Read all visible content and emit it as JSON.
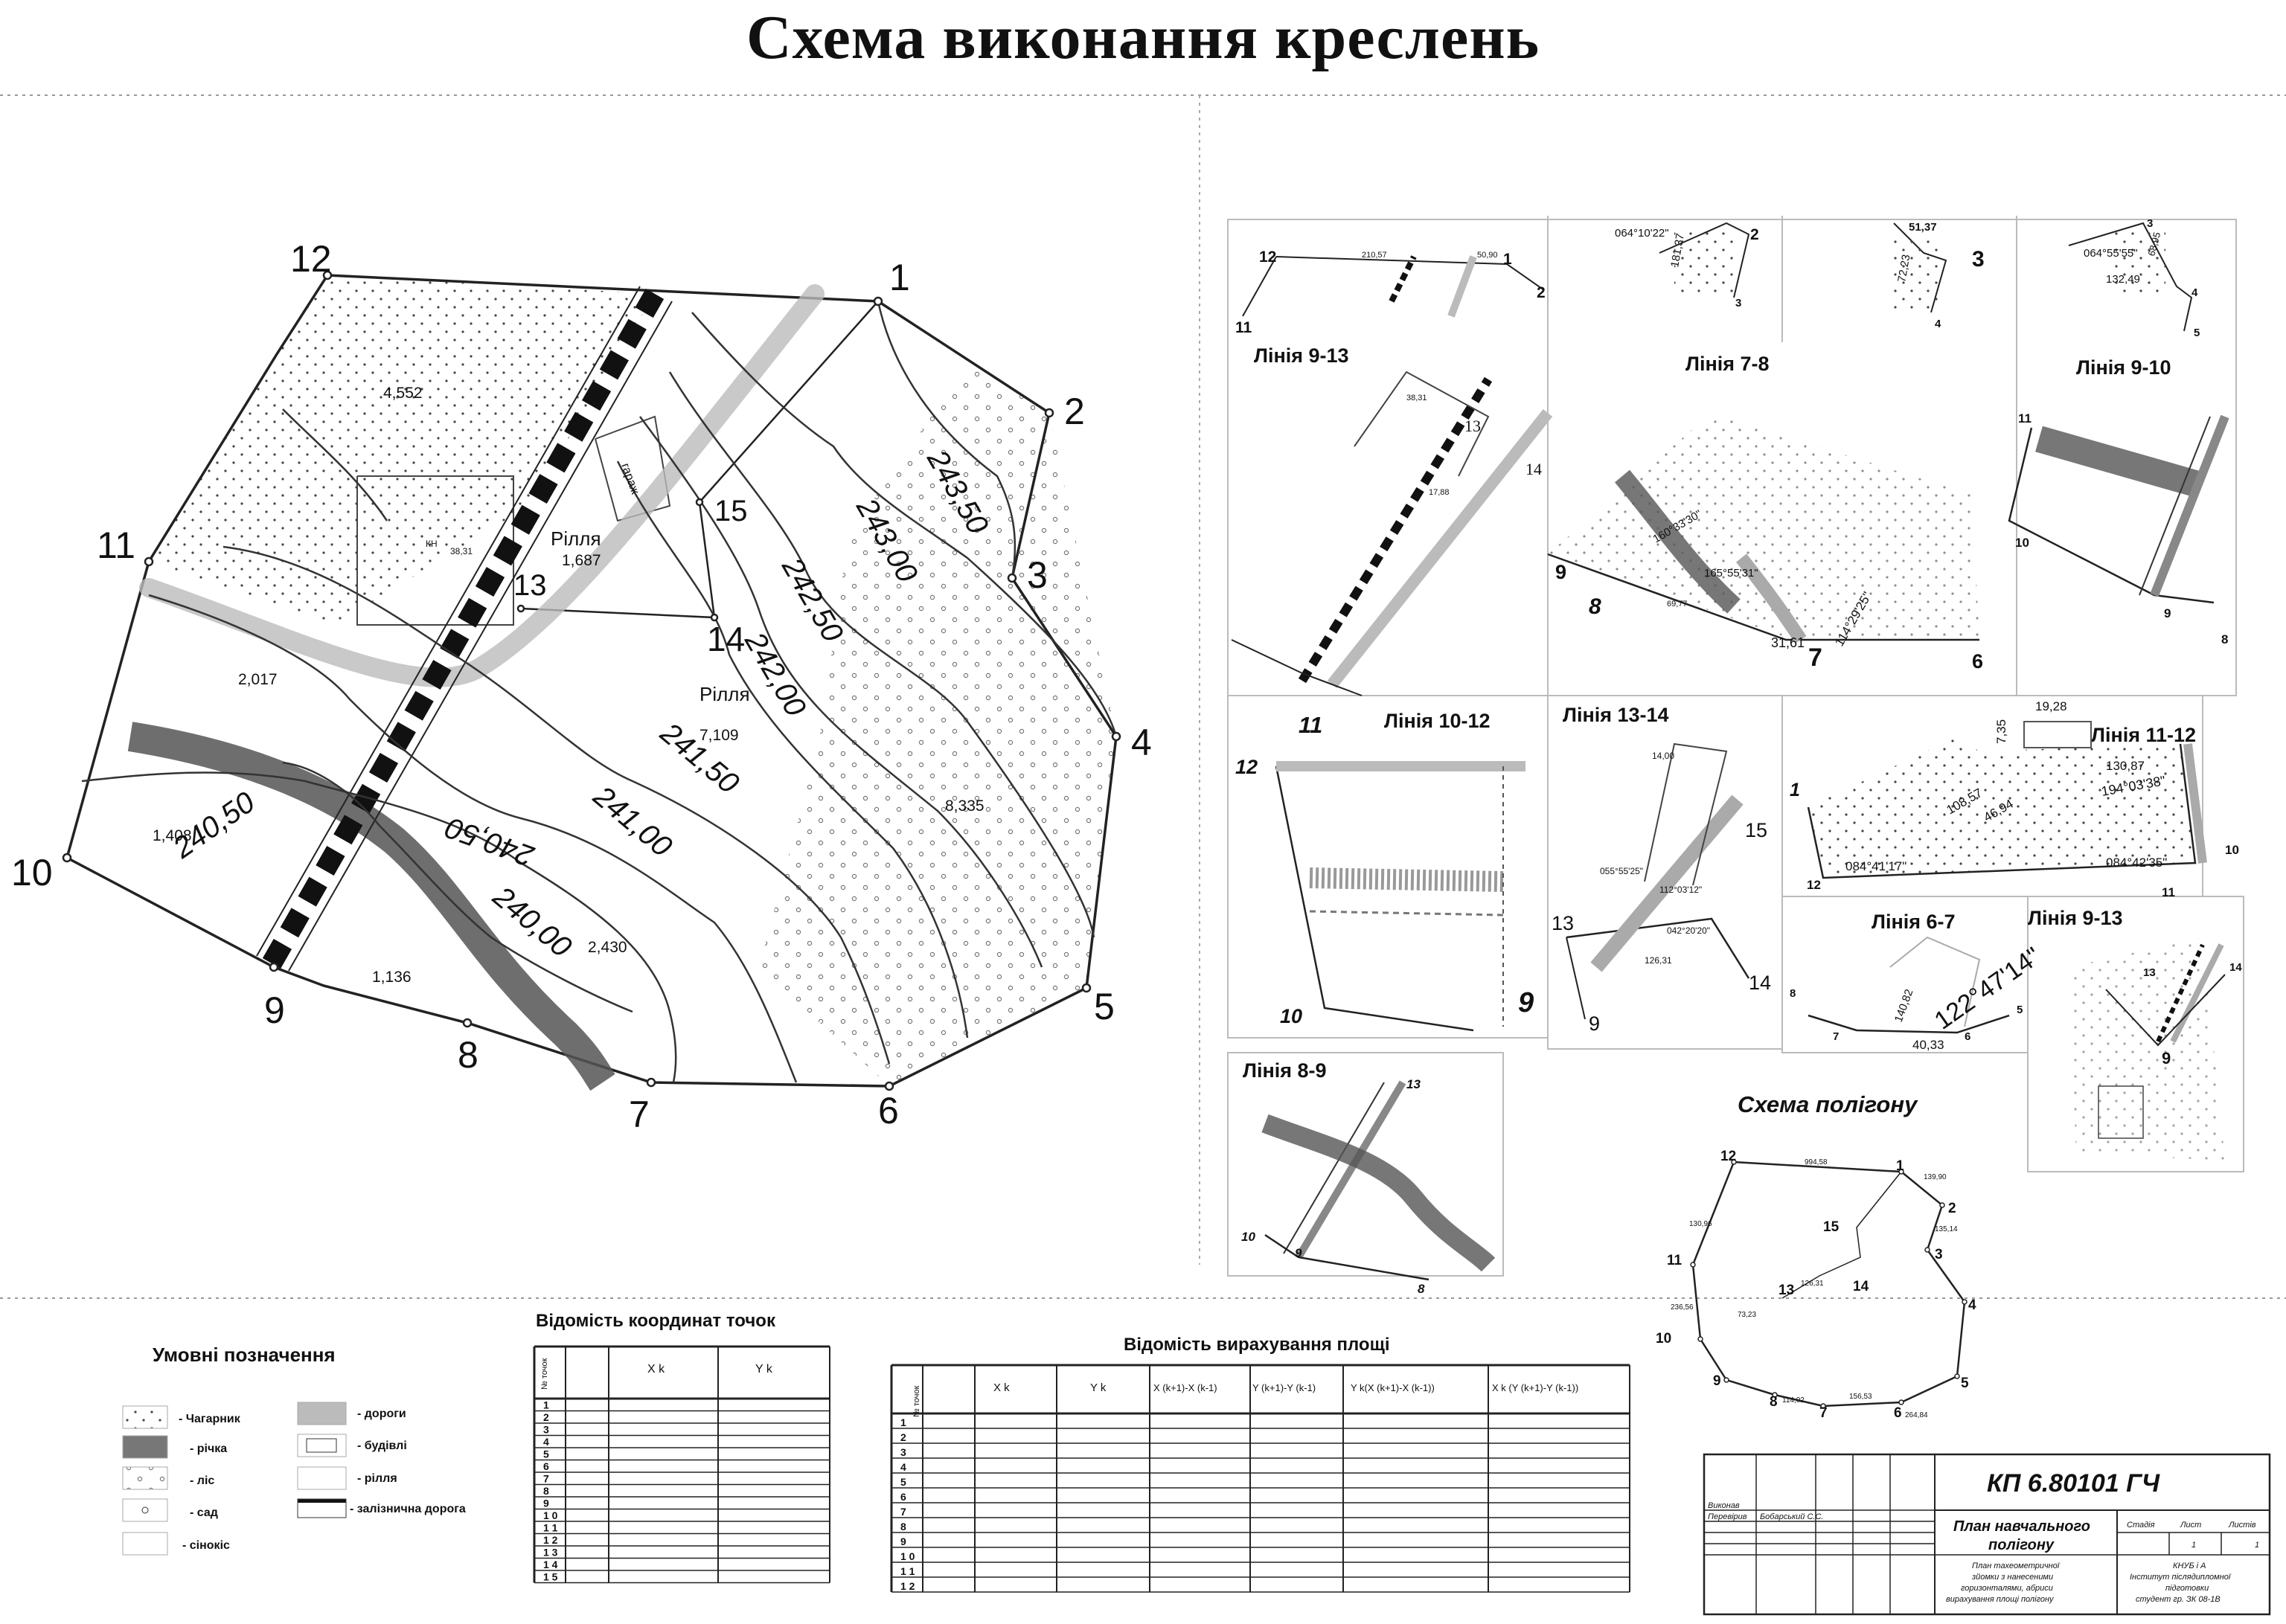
{
  "title": "Схема виконання креслень",
  "main_plan": {
    "stations": [
      "1",
      "2",
      "3",
      "4",
      "5",
      "6",
      "7",
      "8",
      "9",
      "10",
      "11",
      "12"
    ],
    "aux_points": [
      "13",
      "14",
      "15"
    ],
    "contours": [
      "243,50",
      "243,00",
      "242,50",
      "242,00",
      "241,50",
      "241,00",
      "240,50",
      "240,00",
      "240,50"
    ],
    "areas": [
      "4,552",
      "1,687",
      "7,109",
      "2,017",
      "8,335",
      "1,408",
      "2,430",
      "1,136"
    ],
    "labels": [
      "Рілля",
      "Рілля",
      "гараж",
      "КН"
    ],
    "building_number": "38,31"
  },
  "panels": {
    "line_9_13": "Лінія 9-13",
    "line_7_8": "Лінія 7-8",
    "line_9_10": "Лінія 9-10",
    "line_10_12": "Лінія 10-12",
    "line_13_14": "Лінія 13-14",
    "line_11_12": "Лінія 11-12",
    "line_6_7": "Лінія 6-7",
    "line_9_13_b": "Лінія 9-13",
    "line_8_9": "Лінія 8-9",
    "polygon_scheme": "Схема полігону"
  },
  "panel_values": {
    "top1": [
      "12",
      "1",
      "11",
      "2",
      "210,57",
      "50,90"
    ],
    "top2": [
      "064°10'22\"",
      "181,37",
      "2",
      "3"
    ],
    "top3": [
      "51,37",
      "72,23",
      "3",
      "4"
    ],
    "top4": [
      "064°55'55\"",
      "132,49",
      "3",
      "4",
      "5",
      "68,95"
    ],
    "p913": [
      "13",
      "14",
      "38,31",
      "17,88"
    ],
    "p78": [
      "9",
      "8",
      "7",
      "6",
      "31,61",
      "114°29'25\"",
      "165°55'31\"",
      "160°33'30\"",
      "69,77"
    ],
    "p910": [
      "11",
      "10",
      "9",
      "8"
    ],
    "p1012": [
      "11",
      "12",
      "10",
      "9"
    ],
    "p1314": [
      "13",
      "14",
      "15",
      "9",
      "14,00",
      "126,31",
      "055°55'25\"",
      "112°03'12\"",
      "042°20'20\""
    ],
    "p1112": [
      "1",
      "12",
      "10",
      "11",
      "19,28",
      "7,35",
      "130,87",
      "194°03'38\"",
      "108,57",
      "46,94",
      "084°41'17\"",
      "084°42'35\""
    ],
    "p67": [
      "8",
      "7",
      "6",
      "5",
      "40,33",
      "140,82",
      "122°47'14\""
    ],
    "p913b": [
      "13",
      "14",
      "9"
    ],
    "p89": [
      "13",
      "10",
      "9",
      "8"
    ],
    "polygon": [
      "12",
      "1",
      "2",
      "3",
      "4",
      "5",
      "6",
      "7",
      "8",
      "9",
      "10",
      "11",
      "13",
      "14",
      "15",
      "994,58",
      "139,90",
      "135,14",
      "264,84",
      "236,56",
      "156,53",
      "114,02",
      "126,31",
      "73,23",
      "130,96"
    ]
  },
  "legend": {
    "title": "Умовні позначення",
    "items": [
      "- Чагарник",
      "- дороги",
      "- річка",
      "- будівлі",
      "- ліс",
      "- рілля",
      "- сад",
      "- залізнична дорога",
      "- сінокіс"
    ]
  },
  "coords_table": {
    "title": "Відомість координат точок",
    "col1": "№ точок",
    "headers": [
      "X k",
      "Y k"
    ],
    "rows": [
      "1",
      "2",
      "3",
      "4",
      "5",
      "6",
      "7",
      "8",
      "9",
      "1 0",
      "1 1",
      "1 2",
      "1 3",
      "1 4",
      "1 5"
    ]
  },
  "area_table": {
    "title": "Відомість вирахування площі",
    "col1": "№ точок",
    "headers": [
      "X k",
      "Y k",
      "X (k+1)-X (k-1)",
      "Y (k+1)-Y (k-1)",
      "Y k(X (k+1)-X (k-1))",
      "X k (Y (k+1)-Y (k-1))"
    ],
    "rows": [
      "1",
      "2",
      "3",
      "4",
      "5",
      "6",
      "7",
      "8",
      "9",
      "1 0",
      "1 1",
      "1 2"
    ]
  },
  "stamp": {
    "code": "КП 6.80101 ГЧ",
    "title_line1": "План навчального",
    "title_line2": "полігону",
    "desc1": "План тахеометричної",
    "desc2": "зйомки з нанесеними",
    "desc3": "горизонталями, абриси",
    "desc4": "вирахування площі полігону",
    "role1": "Виконав",
    "role2": "Перевірив",
    "checker": "Бобарський С.С.",
    "stadia": "Стадія",
    "sheet": "Лист",
    "sheets": "Листів",
    "sheet_no": "1",
    "sheets_no": "1",
    "org1": "КНУБ і А",
    "org2": "Інститут післядипломної",
    "org3": "підготовки",
    "org4": "студент гр. ЗК 08-1В"
  }
}
